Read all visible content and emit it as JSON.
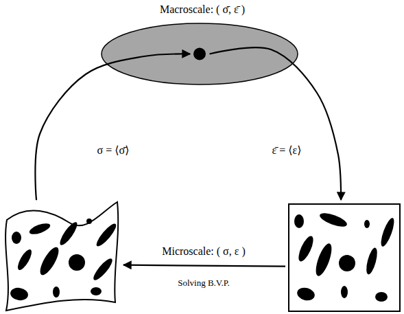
{
  "diagram": {
    "nodes": [
      {
        "text": [
          "Macroscale: ( σ̄, ε̄ )"
        ]
      },
      {
        "text": []
      },
      {
        "text": []
      }
    ],
    "edges": [
      {
        "from": 0,
        "to": 2,
        "arrow": "to",
        "label": "ε̄ = ⟨ε⟩"
      },
      {
        "from": 2,
        "to": 1,
        "arrow": "to",
        "label": "Solving B.V.P."
      },
      {
        "from": 1,
        "to": 0,
        "arrow": "to",
        "label": "σ = ⟨σ̄⟩"
      }
    ],
    "labels": [
      "Microscale: ( σ, ε )"
    ]
  }
}
